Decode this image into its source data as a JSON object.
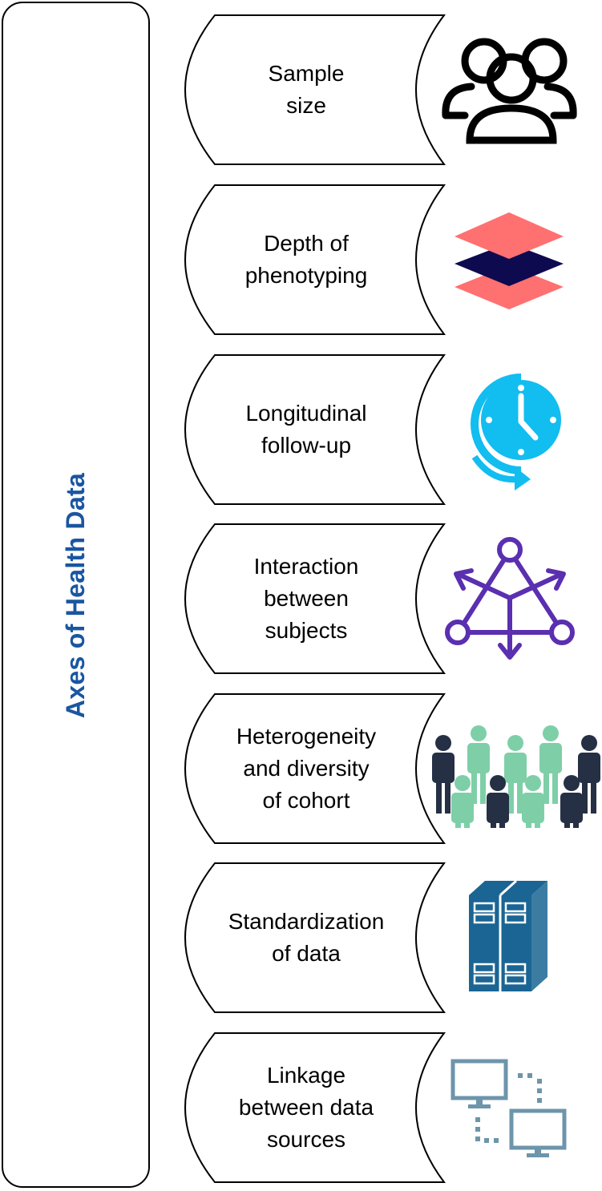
{
  "side_title": "Axes of Health Data",
  "axes": [
    {
      "label": "Sample\nsize",
      "icon": "people-group-icon"
    },
    {
      "label": "Depth of\nphenotyping",
      "icon": "layers-icon"
    },
    {
      "label": "Longitudinal\nfollow-up",
      "icon": "clock-history-icon"
    },
    {
      "label": "Interaction\nbetween\nsubjects",
      "icon": "network-triangle-icon"
    },
    {
      "label": "Heterogeneity\nand diversity\nof cohort",
      "icon": "diverse-crowd-icon"
    },
    {
      "label": "Standardization\nof data",
      "icon": "server-rack-icon"
    },
    {
      "label": "Linkage\nbetween data\nsources",
      "icon": "linked-computers-icon"
    }
  ],
  "colors": {
    "title": "#1a56a0",
    "layers_light": "#ff7070",
    "layers_dark": "#0e0a50",
    "clock": "#12bdf0",
    "network": "#5a2fb0",
    "crowd_dark": "#253045",
    "crowd_light": "#7ecfa8",
    "server": "#1a6593",
    "computer": "#6d95ab"
  }
}
